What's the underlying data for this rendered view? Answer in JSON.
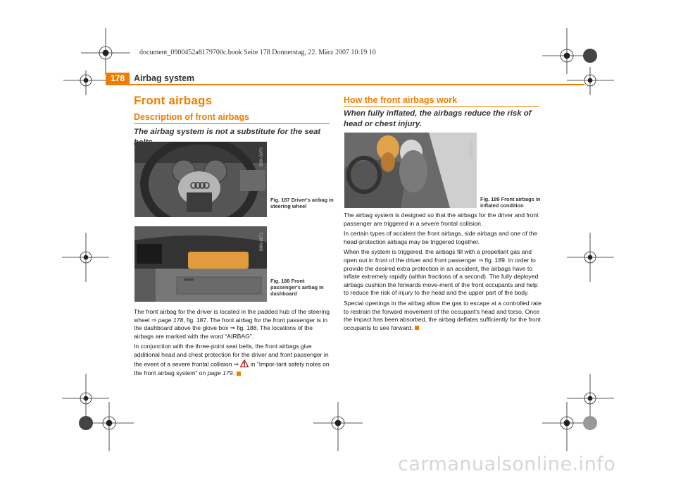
{
  "print_header": "document_0900452a8179700c.book  Seite 178  Donnerstag, 22. März 2007  10:19 10",
  "page": {
    "number": "178",
    "section": "Airbag system"
  },
  "left": {
    "title": "Front airbags",
    "subtitle": "Description of front airbags",
    "intro": "The airbag system is not a substitute for the seat belts.",
    "fig187": {
      "code": "B8K-0070",
      "caption": "Fig. 187  Driver's airbag in steering wheel"
    },
    "fig188": {
      "code": "B8K-0071",
      "caption": "Fig. 188  Front passenger's airbag in dashboard"
    },
    "p1": {
      "a": "The front airbag for the driver is located in the padded hub of the steering wheel ⇒ ",
      "link": "page 178",
      "b": ", fig. 187. The front airbag for the front passenger is in the dashboard above the glove box ⇒ fig. 188. The locations of the airbags are marked with the word “AIRBAG”."
    },
    "p2": {
      "a": "In conjunction with the three-point seat belts, the front airbags give additional head and chest protection for the driver and front passenger in the event of a severe frontal collision ⇒ ",
      "b": " in “Impor-tant safety notes on the front airbag system” on ",
      "link": "page 179",
      "c": "."
    }
  },
  "right": {
    "subtitle": "How the front airbags work",
    "intro": "When fully inflated, the airbags reduce the risk of head or chest injury.",
    "fig189": {
      "code": "B8K-0072",
      "caption": "Fig. 189  Front airbags in inflated condition"
    },
    "paragraphs": [
      "The airbag system is designed so that the airbags for the driver and front passenger are triggered in a severe frontal collision.",
      "In certain types of accident the front airbags, side airbags and one of the head-protection airbags may be triggered together.",
      "When the system is triggered, the airbags fill with a propellant gas and open out in front of the driver and front passenger ⇒ fig. 189. In order to provide the desired extra protection in an accident, the airbags have to inflate extremely rapidly (within fractions of a second). The fully deployed airbags cushion the forwards move-ment of the front occupants and help to reduce the risk of injury to the head and the upper part of the body."
    ],
    "last_paragraph": "Special openings in the airbag allow the gas to escape at a controlled rate to restrain the forward movement of the occupant's head and torso. Once the impact has been absorbed, the airbag deflates sufficiently for the front occupants to see forward."
  },
  "watermark": "carmanualsonline.info",
  "colors": {
    "accent": "#f07d00",
    "text": "#1a1a1a",
    "figure_bg": "#4a4a4a"
  }
}
